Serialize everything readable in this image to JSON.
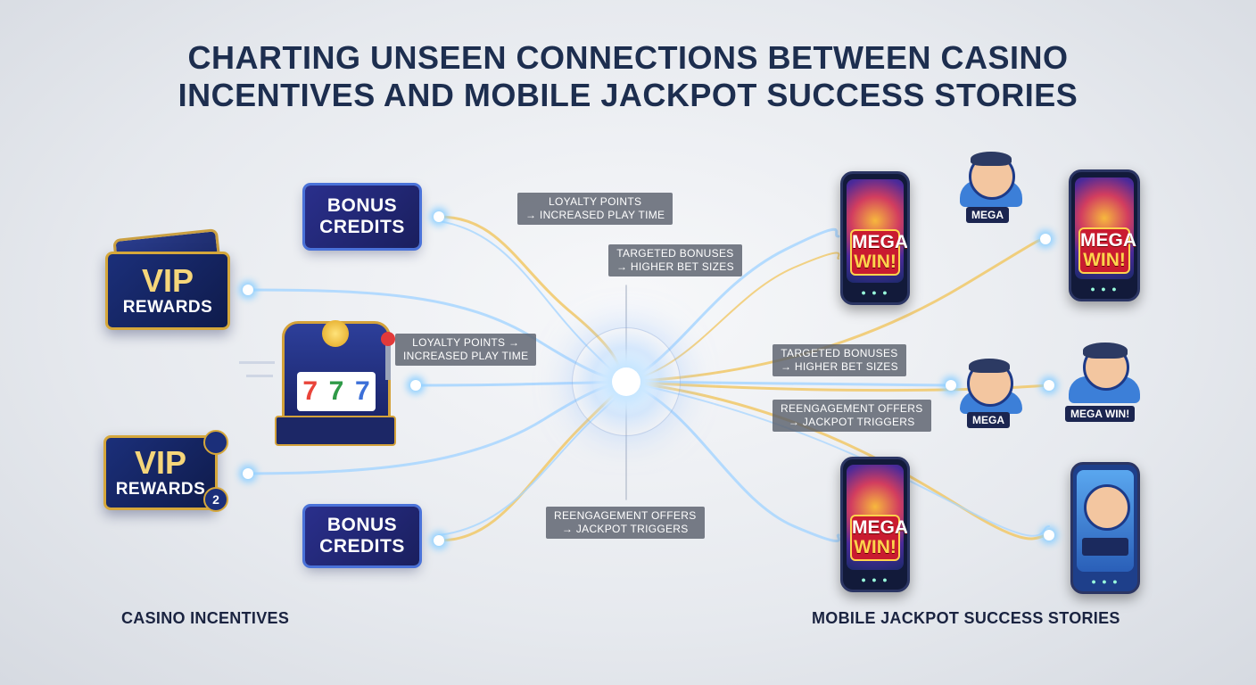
{
  "title": {
    "line1": "CHARTING UNSEEN CONNECTIONS BETWEEN CASINO",
    "line2": "INCENTIVES AND MOBILE JACKPOT SUCCESS STORIES"
  },
  "incentives": {
    "bonus_top": {
      "line1": "BONUS",
      "line2": "CREDITS"
    },
    "bonus_bottom": {
      "line1": "BONUS",
      "line2": "CREDITS"
    },
    "vip_top": {
      "line1": "VIP",
      "line2": "REWARDS"
    },
    "vip_bottom": {
      "line1": "VIP",
      "line2": "REWARDS",
      "badge": "2"
    },
    "slot_reels": [
      "7",
      "7",
      "7"
    ]
  },
  "labels": {
    "loyalty_top": {
      "line1": "LOYALTY POINTS",
      "line2": "→ INCREASED PLAY TIME"
    },
    "targeted_top": {
      "line1": "TARGETED BONUSES",
      "line2": "→ HIGHER BET SIZES"
    },
    "loyalty_mid": {
      "line1": "LOYALTY POINTS →",
      "line2": "INCREASED PLAY TIME"
    },
    "targeted_right": {
      "line1": "TARGETED BONUSES",
      "line2": "→ HIGHER BET SIZES"
    },
    "reengagement_right": {
      "line1": "REENGAGEMENT OFFERS",
      "line2": "→ JACKPOT TRIGGERS"
    },
    "reengagement_bottom": {
      "line1": "REENGAGEMENT OFFERS",
      "line2": "→ JACKPOT TRIGGERS"
    }
  },
  "stories": {
    "phone_1": {
      "line1": "MEGA",
      "line2": "WIN!"
    },
    "phone_2": {
      "line1": "MEGA",
      "line2": "WIN!"
    },
    "phone_3": {
      "line1": "MEGA",
      "line2": "WIN!"
    },
    "person_1": "MEGA",
    "person_2": "MEGA",
    "person_3": "MEGA WIN!"
  },
  "sections": {
    "left": "CASINO INCENTIVES",
    "right": "MOBILE JACKPOT SUCCESS STORIES"
  },
  "colors": {
    "title": "#1d2e4f",
    "wire_gold": "#f1c867",
    "wire_blue": "#9fcdf5",
    "ticket": "#2a2f8c",
    "vip_gold": "#d5a73b"
  }
}
